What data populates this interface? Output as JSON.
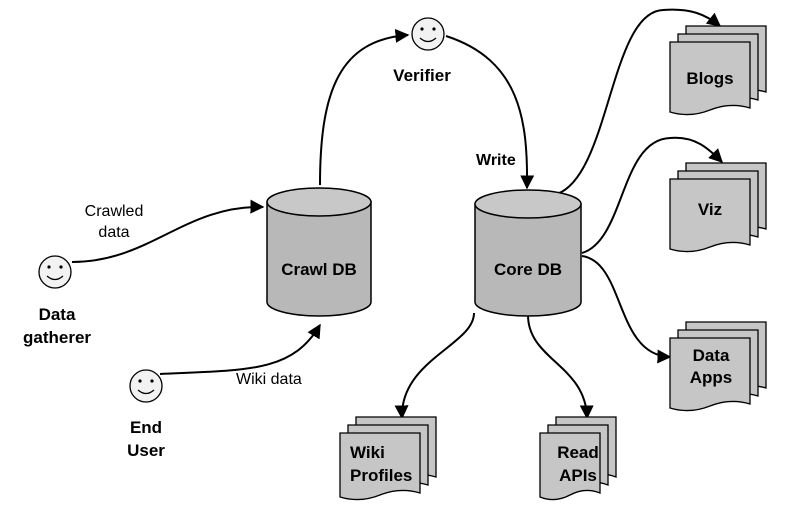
{
  "actors": {
    "verifier": "Verifier",
    "data_gatherer": [
      "Data",
      "gatherer"
    ],
    "end_user": [
      "End",
      "User"
    ]
  },
  "databases": {
    "crawl_db": "Crawl DB",
    "core_db": "Core DB"
  },
  "outputs": {
    "blogs": [
      "Blogs"
    ],
    "viz": [
      "Viz"
    ],
    "data_apps": [
      "Data",
      "Apps"
    ],
    "wiki_profiles": [
      "Wiki",
      "Profiles"
    ],
    "read_apis": [
      "Read",
      "APIs"
    ]
  },
  "edges": {
    "crawled_data": [
      "Crawled",
      "data"
    ],
    "wiki_data": "Wiki data",
    "write": "Write"
  },
  "colors": {
    "node_fill": "#b8b8b8",
    "stroke": "#000000",
    "face_fill": "#f2f2f2"
  }
}
